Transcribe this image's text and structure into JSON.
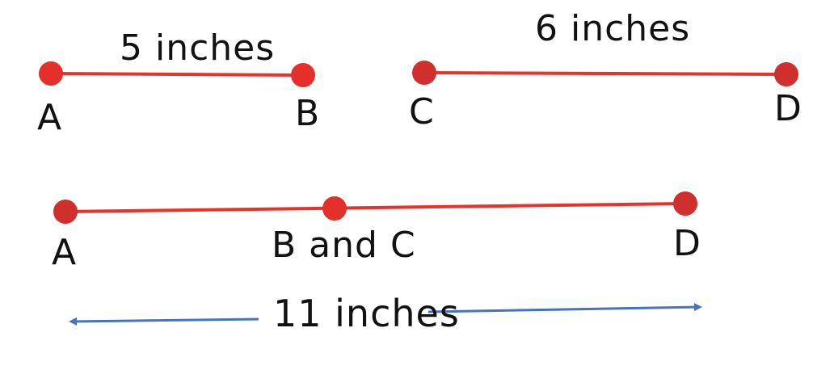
{
  "colors": {
    "segment": "#e8322a",
    "point": "#e3302b",
    "arrow": "#4472c4",
    "text": "#111111"
  },
  "segment_ab": {
    "length_label": "5 inches",
    "start_label": "A",
    "end_label": "B"
  },
  "segment_cd": {
    "length_label": "6 inches",
    "start_label": "C",
    "end_label": "D"
  },
  "combined": {
    "start_label": "A",
    "mid_label": "B and C",
    "end_label": "D"
  },
  "total": {
    "length_label": "11 inches"
  }
}
